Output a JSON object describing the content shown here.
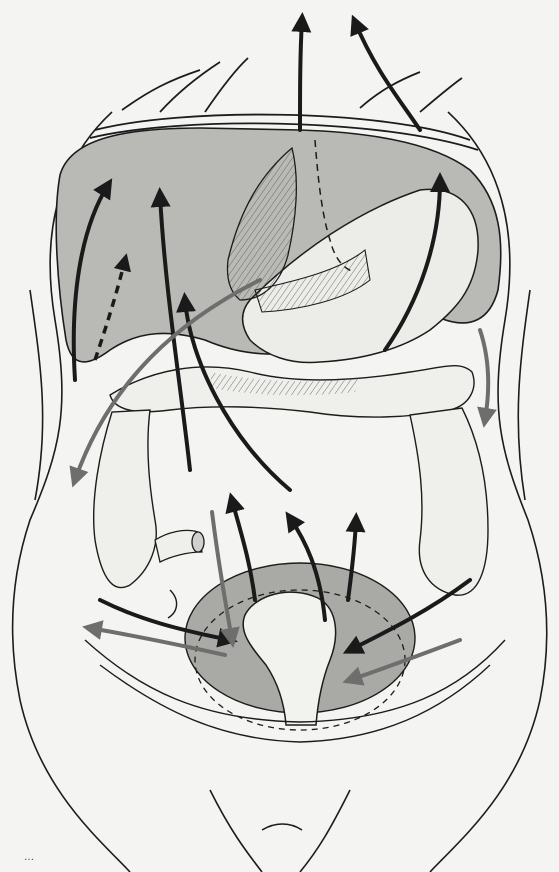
{
  "figure": {
    "title": "",
    "caption": "",
    "corner_mark": "…",
    "colors": {
      "background": "#f4f4f2",
      "ink": "#1c1c1c",
      "shade": "#b9b9b5",
      "shade_dark": "#a3a3a0",
      "arrow_dark": "#1a1a1a",
      "arrow_grey": "#6e6e6e"
    },
    "elements": [
      "body-outline",
      "diaphragm",
      "liver-region",
      "stomach",
      "falciform-ligament",
      "transverse-colon",
      "ascending-colon",
      "descending-colon",
      "cecum-appendix",
      "pelvic-region",
      "uterus",
      "flow-arrows"
    ]
  }
}
